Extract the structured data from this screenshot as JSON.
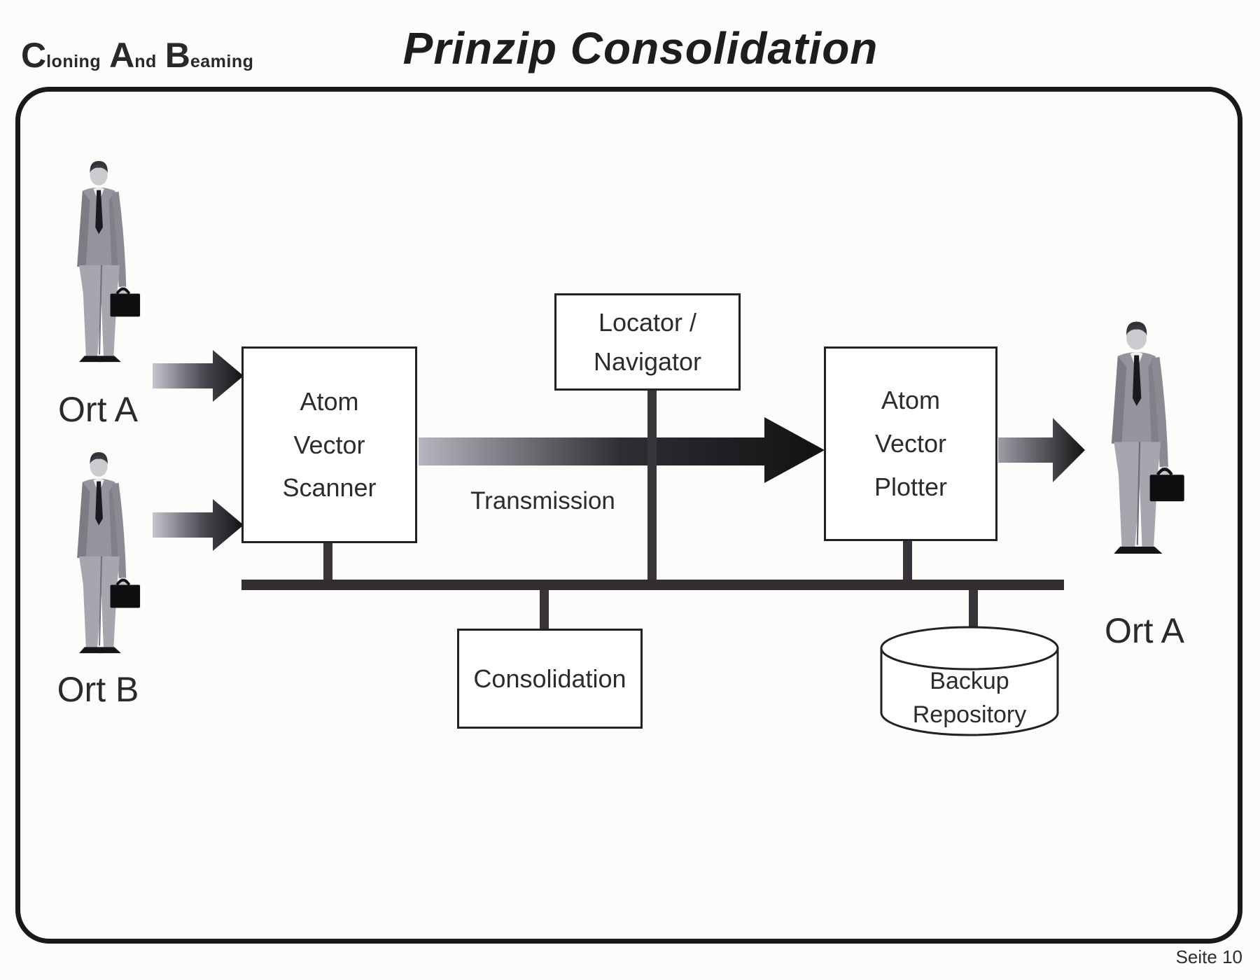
{
  "header": {
    "logo": {
      "word1_big": "C",
      "word1_rest": "loning",
      "word2_big": "A",
      "word2_rest": "nd",
      "word3_big": "B",
      "word3_rest": "eaming"
    },
    "title": "Prinzip Consolidation"
  },
  "diagram": {
    "labels": {
      "source_top": "Ort A",
      "source_bottom": "Ort B",
      "destination": "Ort A",
      "transmission": "Transmission"
    },
    "nodes": {
      "scanner": {
        "line1": "Atom",
        "line2": "Vector",
        "line3": "Scanner"
      },
      "locator": {
        "line1": "Locator /",
        "line2": "Navigator"
      },
      "plotter": {
        "line1": "Atom",
        "line2": "Vector",
        "line3": "Plotter"
      },
      "consolidation": {
        "label": "Consolidation"
      },
      "backup": {
        "line1": "Backup",
        "line2": "Repository"
      }
    }
  },
  "footer": {
    "page_label": "Seite 10"
  },
  "colors": {
    "ink": "#221f20",
    "box_border": "#232124",
    "bus_line": "#332d2f",
    "arrow_tail": "#c6c6cd",
    "arrow_head": "#131315",
    "suit_gray": "#94949d",
    "background": "#fcfcfb"
  }
}
